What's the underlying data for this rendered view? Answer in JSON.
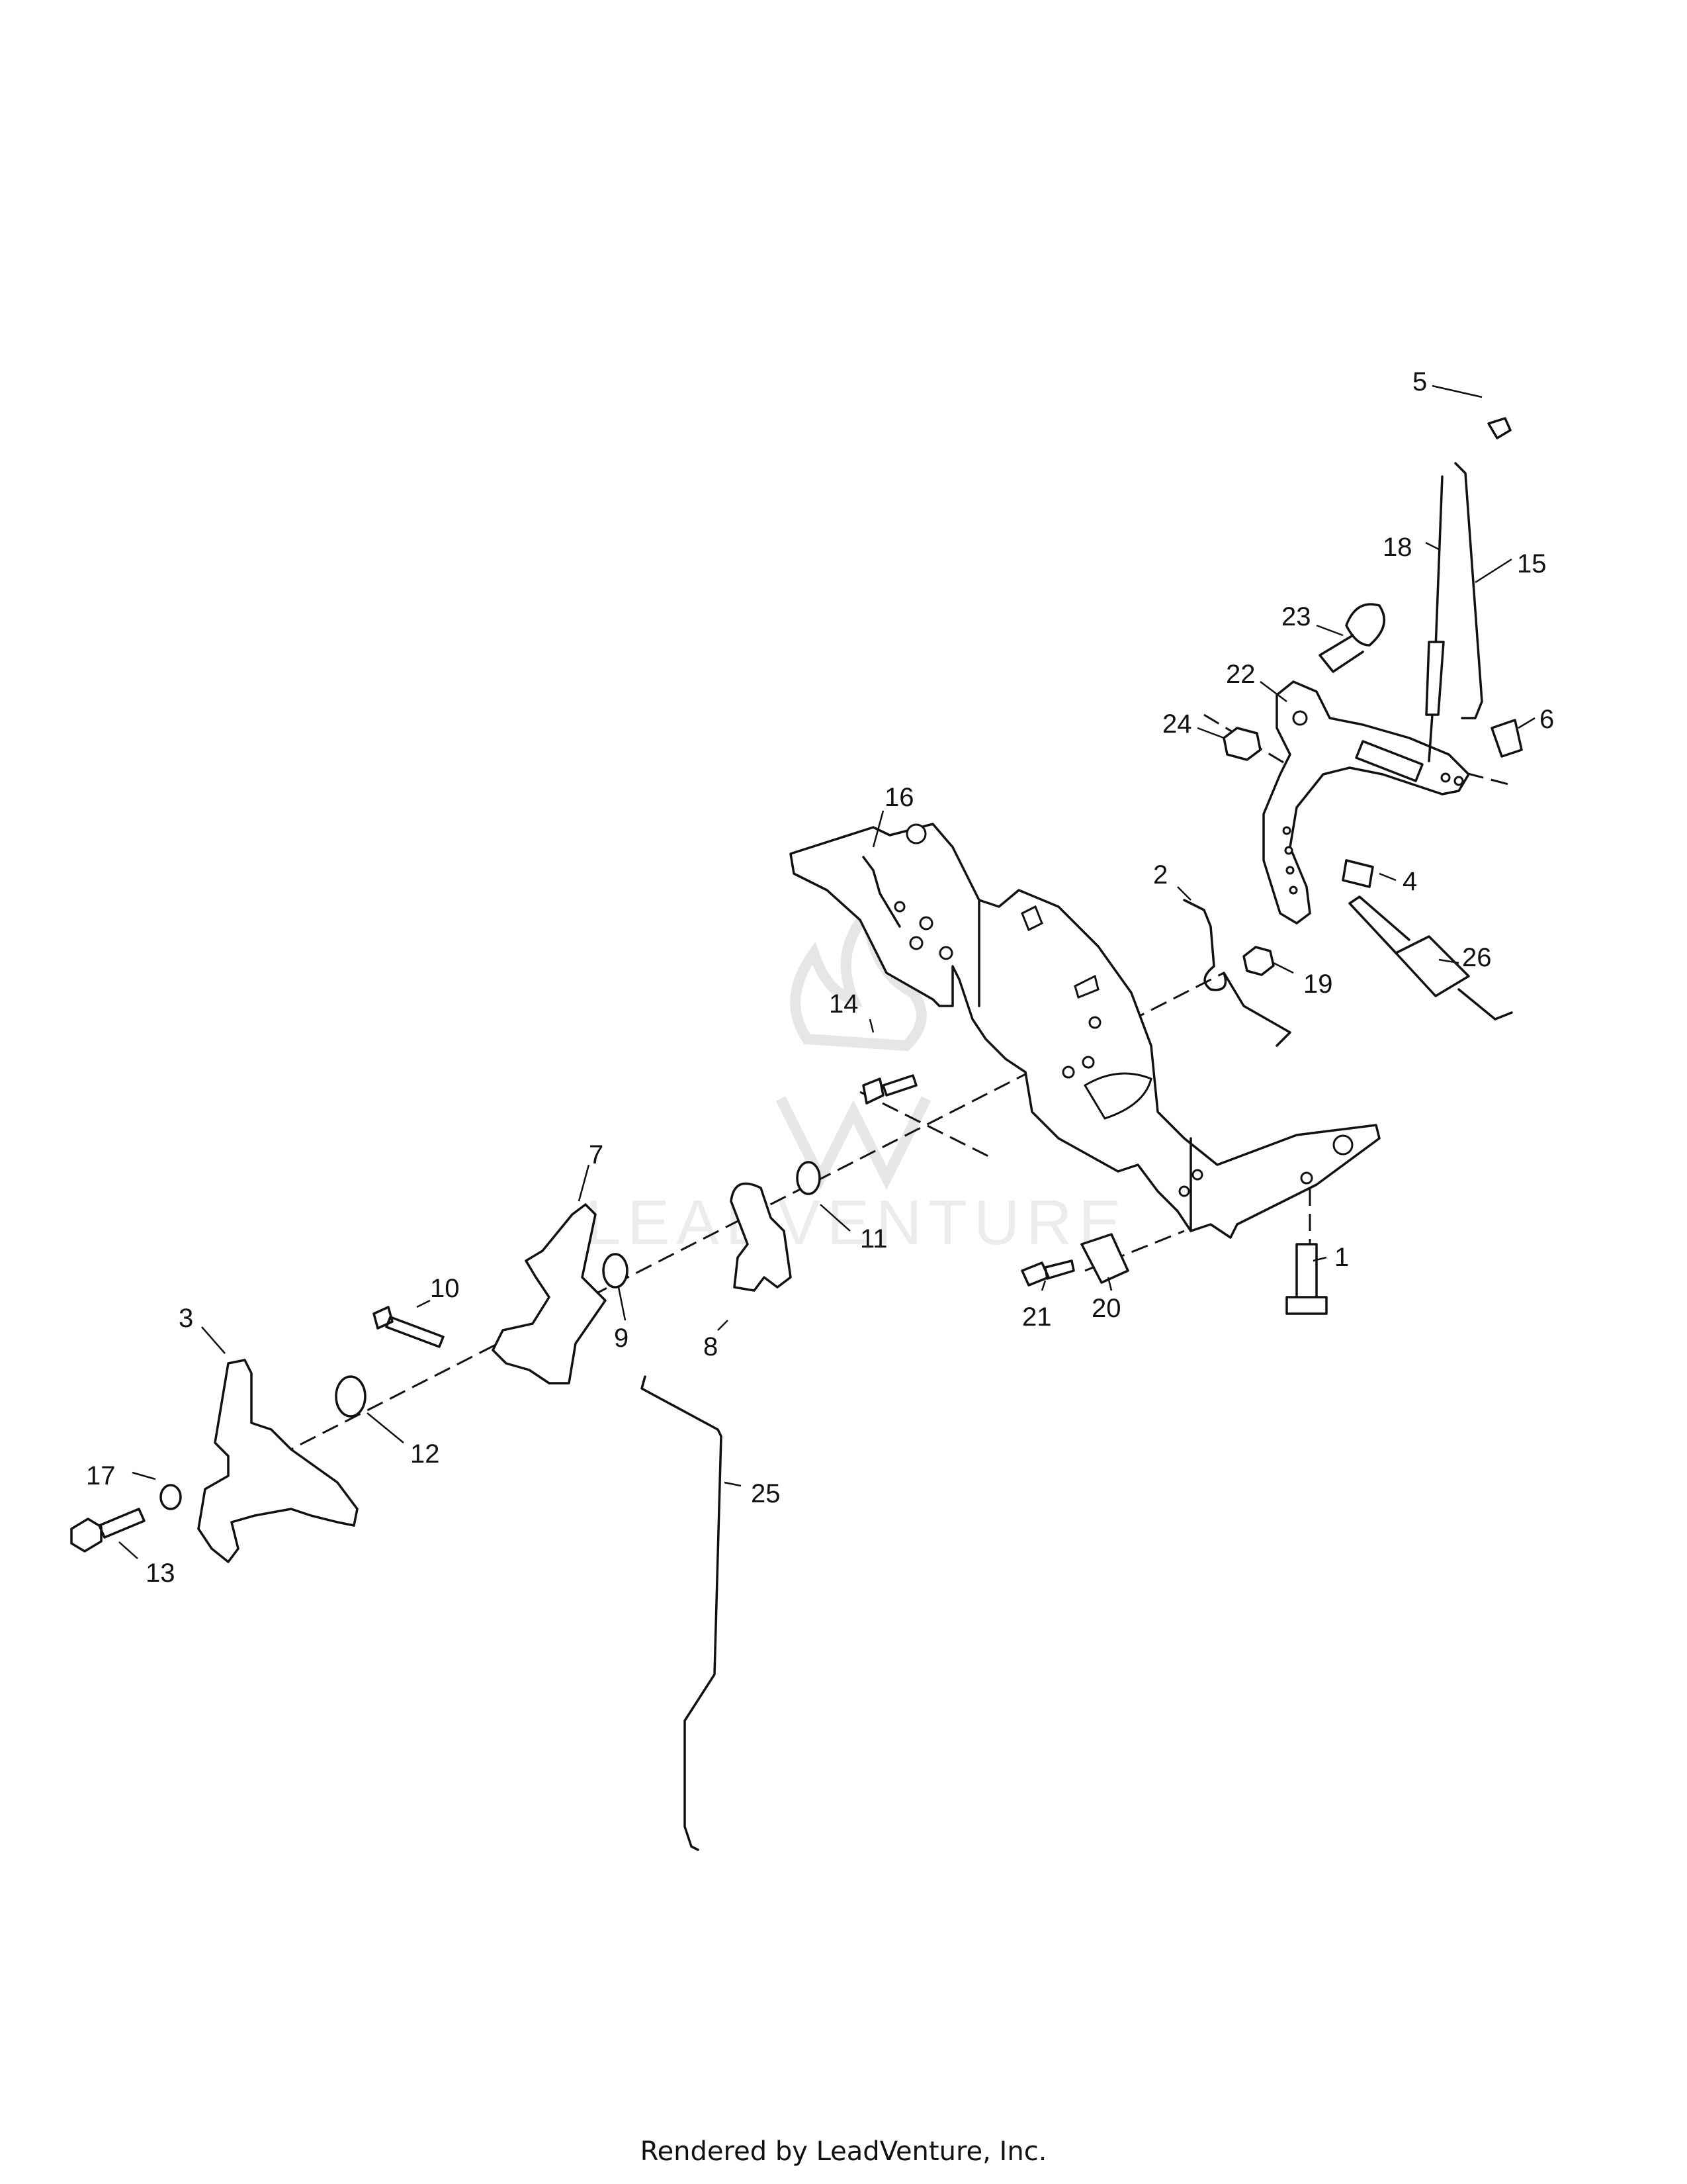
{
  "watermark": {
    "text": "LEADVENTURE"
  },
  "callouts": [
    "1",
    "2",
    "3",
    "4",
    "5",
    "6",
    "7",
    "8",
    "9",
    "10",
    "11",
    "12",
    "13",
    "14",
    "15",
    "16",
    "17",
    "18",
    "19",
    "20",
    "21",
    "22",
    "23",
    "24",
    "25",
    "26"
  ],
  "footer": {
    "text": "Rendered by LeadVenture, Inc."
  }
}
